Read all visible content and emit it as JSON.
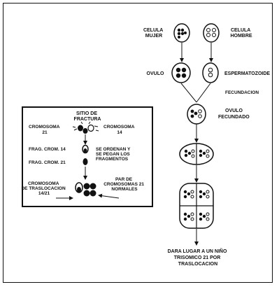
{
  "labels": {
    "celula_mujer": [
      "CELULA",
      "MUJER"
    ],
    "celula_hombre": [
      "CELULA",
      "HOMBRE"
    ],
    "ovulo": "OVULO",
    "espermatozoide": "ESPERMATOZOIDE",
    "fecundacion": "FECUNDACION",
    "ovulo_fecundado": [
      "OVULO",
      "FECUNDADO"
    ],
    "result": [
      "DARA LUGAR A UN NIÑO",
      "TRISOMICO 21 POR",
      "TRASLOCACION"
    ]
  },
  "inset": {
    "title": [
      "SITIO DE",
      "FRACTURA"
    ],
    "cromosoma_21": [
      "CROMOSOMA",
      "21"
    ],
    "cromosoma_14": [
      "CROMOSOMA",
      "14"
    ],
    "frag_14": "FRAG. CROM. 14",
    "frag_21": "FRAG. CROM. 21",
    "se_ordenan": [
      "SE ORDENAN Y",
      "SE PEGAN LOS",
      "FRAGMENTOS"
    ],
    "cromosoma_traslocacion": [
      "CROMOSOMA",
      "DE TRASLOCACION",
      "14/21"
    ],
    "par_cromosomas": [
      "PAR DE",
      "CROMOSOMAS 21",
      "NORMALES"
    ]
  }
}
